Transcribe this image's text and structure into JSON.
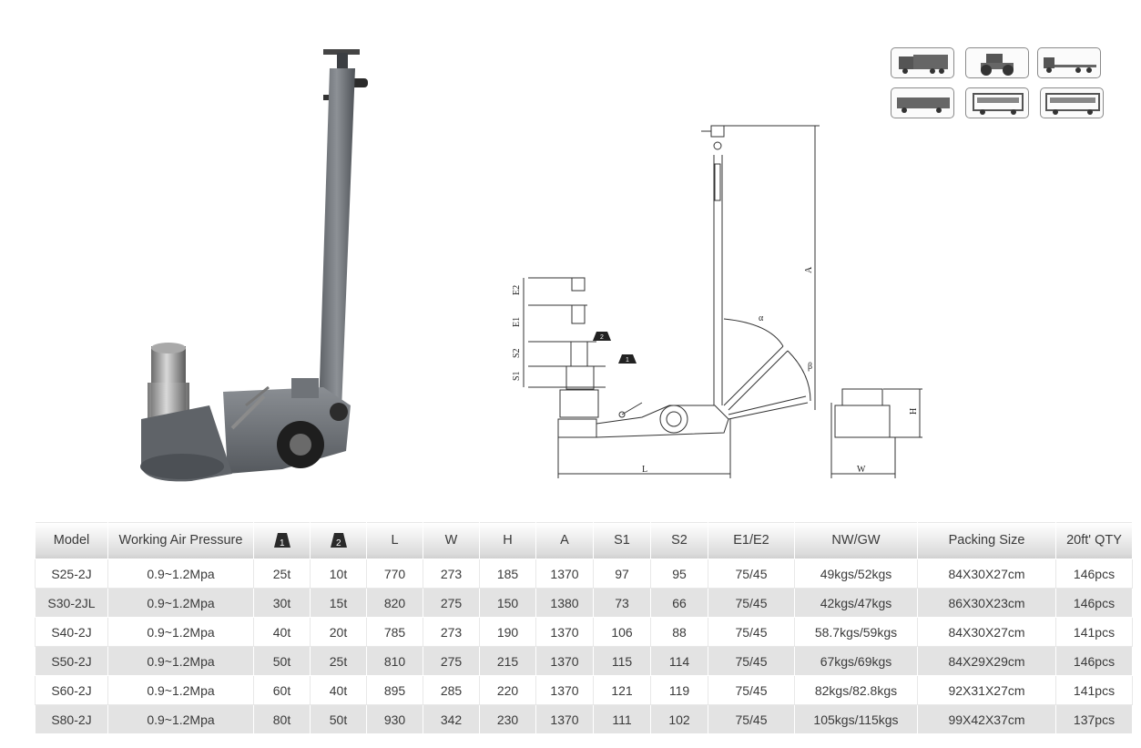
{
  "drawing": {
    "labels": {
      "e2": "E2",
      "e1": "E1",
      "s2": "S2",
      "s1": "S1",
      "a": "A",
      "alpha": "α",
      "beta": "β",
      "l": "L",
      "h": "H",
      "w": "W",
      "weight1": "1",
      "weight2": "2"
    }
  },
  "vehicle_icons": [
    "truck-icon",
    "tractor-icon",
    "flatbed-trailer-icon",
    "semi-truck-icon",
    "bus-icon",
    "trailer-icon"
  ],
  "table": {
    "headers": {
      "model": "Model",
      "pressure": "Working Air Pressure",
      "cap1": "1",
      "cap2": "2",
      "l": "L",
      "w": "W",
      "h": "H",
      "a": "A",
      "s1": "S1",
      "s2": "S2",
      "e": "E1/E2",
      "nwgw": "NW/GW",
      "packing": "Packing Size",
      "qty": "20ft' QTY"
    },
    "rows": [
      [
        "S25-2J",
        "0.9~1.2Mpa",
        "25t",
        "10t",
        "770",
        "273",
        "185",
        "1370",
        "97",
        "95",
        "75/45",
        "49kgs/52kgs",
        "84X30X27cm",
        "146pcs"
      ],
      [
        "S30-2JL",
        "0.9~1.2Mpa",
        "30t",
        "15t",
        "820",
        "275",
        "150",
        "1380",
        "73",
        "66",
        "75/45",
        "42kgs/47kgs",
        "86X30X23cm",
        "146pcs"
      ],
      [
        "S40-2J",
        "0.9~1.2Mpa",
        "40t",
        "20t",
        "785",
        "273",
        "190",
        "1370",
        "106",
        "88",
        "75/45",
        "58.7kgs/59kgs",
        "84X30X27cm",
        "141pcs"
      ],
      [
        "S50-2J",
        "0.9~1.2Mpa",
        "50t",
        "25t",
        "810",
        "275",
        "215",
        "1370",
        "115",
        "114",
        "75/45",
        "67kgs/69kgs",
        "84X29X29cm",
        "146pcs"
      ],
      [
        "S60-2J",
        "0.9~1.2Mpa",
        "60t",
        "40t",
        "895",
        "285",
        "220",
        "1370",
        "121",
        "119",
        "75/45",
        "82kgs/82.8kgs",
        "92X31X27cm",
        "141pcs"
      ],
      [
        "S80-2J",
        "0.9~1.2Mpa",
        "80t",
        "50t",
        "930",
        "342",
        "230",
        "1370",
        "111",
        "102",
        "75/45",
        "105kgs/115kgs",
        "99X42X37cm",
        "137pcs"
      ]
    ]
  }
}
